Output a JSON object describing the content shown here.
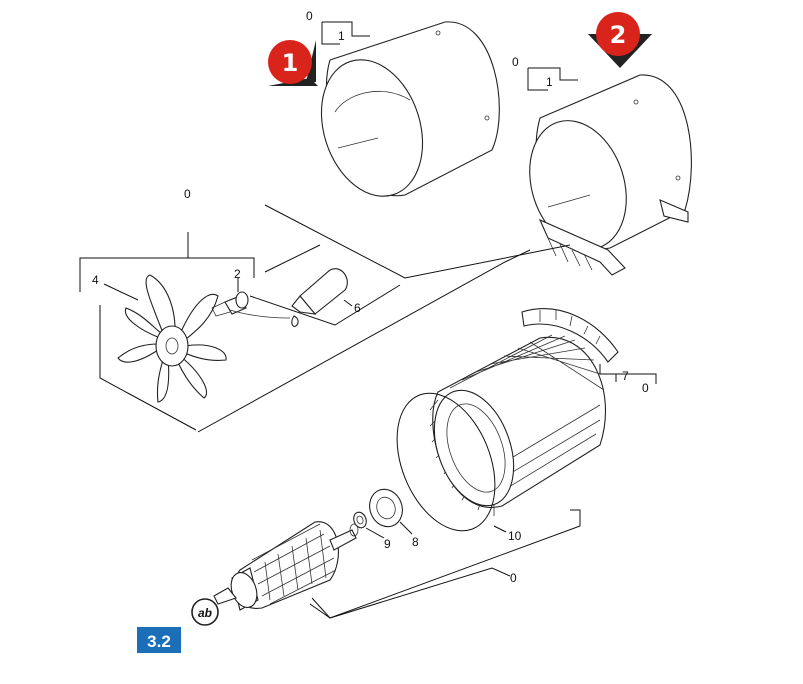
{
  "callouts": {
    "sleeve_a_group": "0",
    "sleeve_a_part": "1",
    "sleeve_b_group": "0",
    "sleeve_b_part": "1",
    "fan_group": "0",
    "fan": "4",
    "screw": "2",
    "adhesive": "6",
    "brush_strip": "7",
    "brush_group": "0",
    "o_ring": "10",
    "bearing": "8",
    "washer": "9",
    "rotor_group": "0"
  },
  "badges": {
    "variant_1": "1",
    "variant_2": "2",
    "ab_symbol": "ab",
    "version": "3.2"
  },
  "colors": {
    "badge_red": "#d9241c",
    "version_blue": "#1a6fb8",
    "line": "#111111"
  }
}
